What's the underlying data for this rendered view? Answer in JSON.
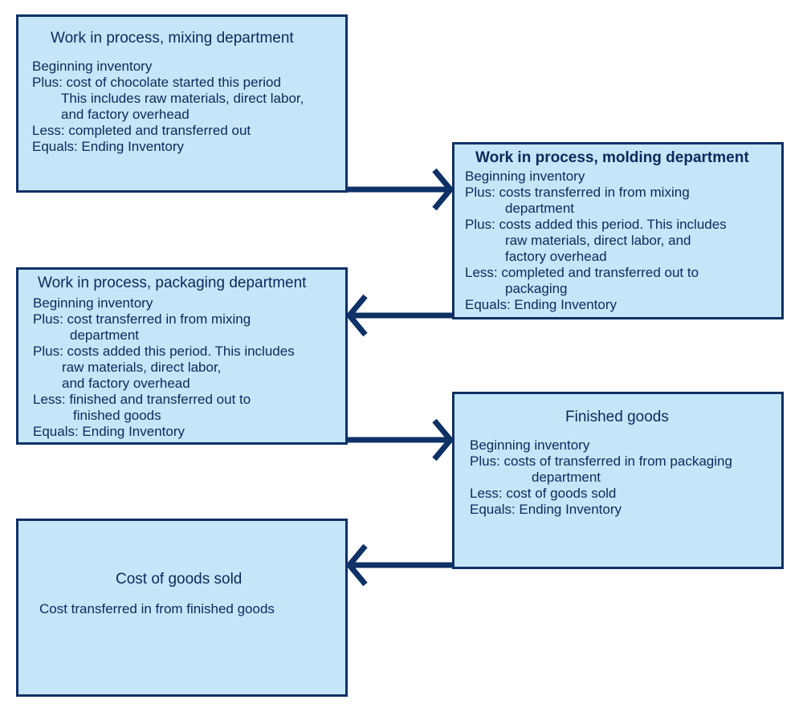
{
  "colors": {
    "box_fill": "#c5e5f8",
    "border": "#0e3166",
    "arrow": "#0e3166",
    "text": "#0a2a5c"
  },
  "boxes": {
    "mixing": {
      "title": "Work in process, mixing department",
      "lines": [
        "Beginning inventory",
        "Plus: cost of chocolate started this period",
        "This includes raw materials, direct labor,",
        "and factory overhead",
        "Less: completed and transferred out",
        "Equals: Ending Inventory"
      ]
    },
    "molding": {
      "title": "Work in process, molding department",
      "lines": [
        "Beginning inventory",
        "Plus: costs transferred in from mixing",
        "department",
        "Plus: costs added this period. This includes",
        "raw materials, direct labor, and",
        "factory overhead",
        "Less: completed and transferred out to",
        "packaging",
        "Equals: Ending Inventory"
      ]
    },
    "packaging": {
      "title": "Work in process, packaging department",
      "lines": [
        "Beginning inventory",
        "Plus: cost transferred in from mixing",
        "department",
        "Plus: costs added this period. This includes",
        "raw materials, direct labor,",
        "and factory overhead",
        "Less: finished and transferred out to",
        "finished goods",
        "Equals: Ending Inventory"
      ]
    },
    "finished": {
      "title": "Finished goods",
      "lines": [
        "Beginning inventory",
        "Plus: costs of transferred in from packaging",
        "department",
        "Less: cost of goods sold",
        "Equals: Ending Inventory"
      ]
    },
    "cogs": {
      "title": "Cost of goods sold",
      "lines": [
        "Cost transferred in from finished goods"
      ]
    }
  }
}
